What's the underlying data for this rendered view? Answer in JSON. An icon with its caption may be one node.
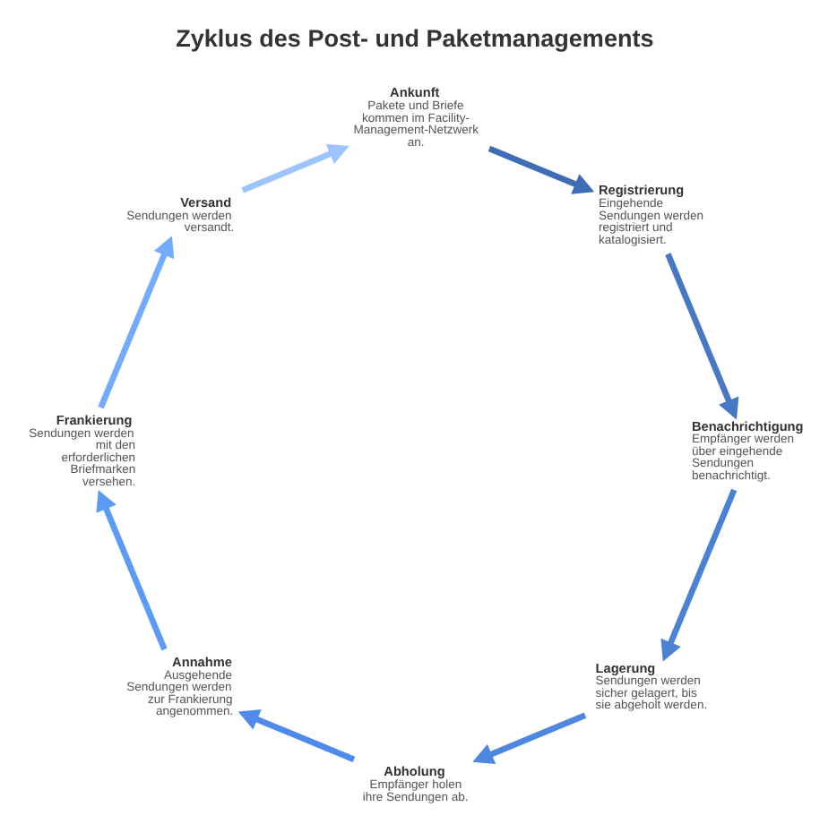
{
  "diagram": {
    "title": "Zyklus des Post- und Paketmanagements",
    "nodes": [
      {
        "text": [
          "Ankunft",
          "Pakete und Briefe kommen im Facility-Management-Netzwerk an."
        ]
      },
      {
        "text": [
          "Registrierung",
          "Eingehende Sendungen werden registriert und katalogisiert."
        ]
      },
      {
        "text": [
          "Benachrichtigung",
          "Empfänger werden über eingehende Sendungen benachrichtigt."
        ]
      },
      {
        "text": [
          "Lagerung",
          "Sendungen werden sicher gelagert, bis sie abgeholt werden."
        ]
      },
      {
        "text": [
          "Abholung",
          "Empfänger holen ihre Sendungen ab."
        ]
      },
      {
        "text": [
          "Annahme",
          "Ausgehende Sendungen werden zur Frankierung angenommen."
        ]
      },
      {
        "text": [
          "Frankierung",
          "Sendungen werden mit den erforderlichen Briefmarken versehen."
        ]
      },
      {
        "text": [
          "Versand",
          "Sendungen werden versandt."
        ]
      }
    ],
    "edges": [
      {
        "from": 0,
        "to": 1,
        "arrow": "to",
        "color": "#3f6db5"
      },
      {
        "from": 1,
        "to": 2,
        "arrow": "to",
        "color": "#4778c4"
      },
      {
        "from": 2,
        "to": 3,
        "arrow": "to",
        "color": "#4c82d4"
      },
      {
        "from": 3,
        "to": 4,
        "arrow": "to",
        "color": "#4d87e0"
      },
      {
        "from": 4,
        "to": 5,
        "arrow": "to",
        "color": "#4d8aec"
      },
      {
        "from": 5,
        "to": 6,
        "arrow": "to",
        "color": "#5b9af5"
      },
      {
        "from": 6,
        "to": 7,
        "arrow": "to",
        "color": "#74abff"
      },
      {
        "from": 7,
        "to": 0,
        "arrow": "to",
        "color": "#9cc4ff"
      }
    ]
  }
}
